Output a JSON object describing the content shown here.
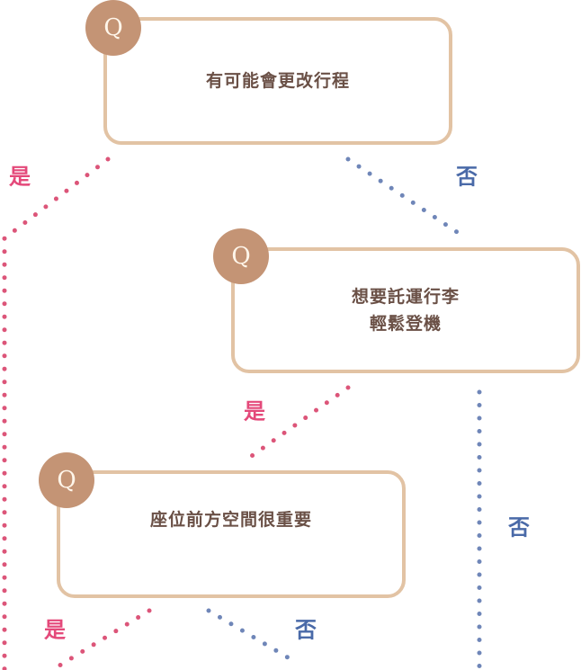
{
  "questions": [
    {
      "badge": "Q",
      "text": "有可能會更改行程"
    },
    {
      "badge": "Q",
      "text_line1": "想要託運行李",
      "text_line2": "輕鬆登機"
    },
    {
      "badge": "Q",
      "text": "座位前方空間很重要"
    }
  ],
  "labels": {
    "yes": "是",
    "no": "否"
  },
  "colors": {
    "yes": "#e4497a",
    "no": "#4a6aa8",
    "border": "#e2c3a4",
    "badge": "#c49475",
    "text": "#6a5046"
  }
}
